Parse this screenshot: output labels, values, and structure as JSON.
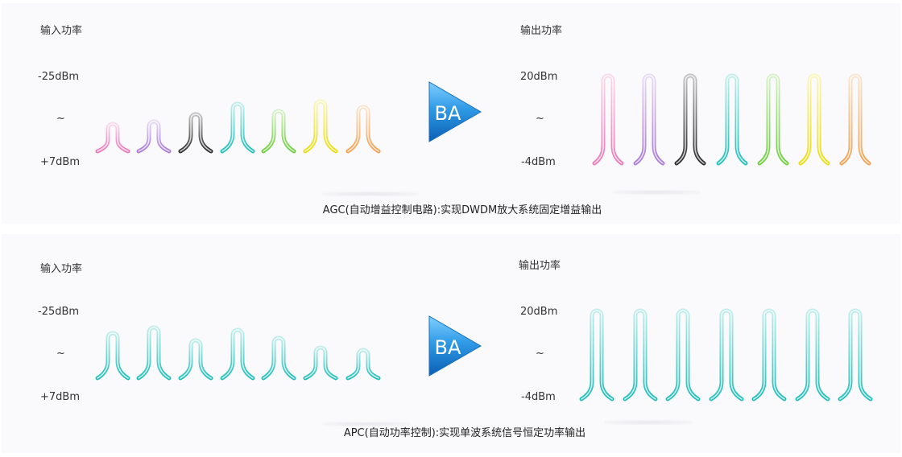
{
  "agc": {
    "input": {
      "title": "输入功率",
      "max": "-25dBm",
      "tilde": "~",
      "min": "+7dBm"
    },
    "amp_label": "BA",
    "output": {
      "title": "输出功率",
      "max": "20dBm",
      "tilde": "~",
      "min": "-4dBm"
    },
    "caption": "AGC(自动增益控制电路):实现DWDM放大系统固定增益输出",
    "channel_colors": [
      "#e878b8",
      "#a97ad6",
      "#2a2a2a",
      "#22bdb8",
      "#6ccc3c",
      "#e8dc10",
      "#f0a050"
    ]
  },
  "apc": {
    "input": {
      "title": "输入功率",
      "max": "-25dBm",
      "tilde": "~",
      "min": "+7dBm"
    },
    "amp_label": "BA",
    "output": {
      "title": "输出功率",
      "max": "20dBm",
      "tilde": "~",
      "min": "-4dBm"
    },
    "caption": "APC(自动功率控制):实现单波系统信号恒定功率输出",
    "channel_color": "#22bdb8"
  }
}
